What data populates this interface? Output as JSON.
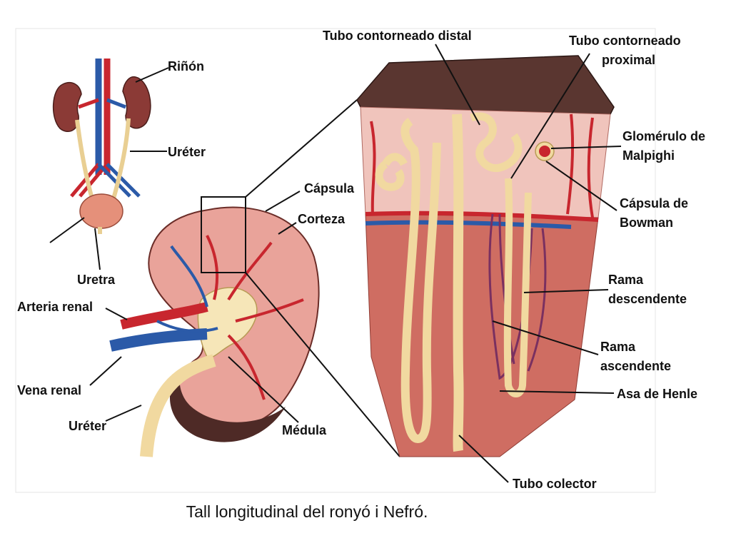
{
  "caption": "Tall longitudinal del ronyó i Nefró.",
  "labels": {
    "rinon": "Riñón",
    "ureter_top": "Uréter",
    "uretra": "Uretra",
    "arteria_renal": "Arteria renal",
    "vena_renal": "Vena renal",
    "ureter_bottom": "Uréter",
    "capsula": "Cápsula",
    "corteza": "Corteza",
    "medula": "Médula",
    "tubo_distal": "Tubo contorneado distal",
    "tubo_proximal_1": "Tubo contorneado",
    "tubo_proximal_2": "proximal",
    "glomerulo_1": "Glomérulo de",
    "glomerulo_2": "Malpighi",
    "bowman_1": "Cápsula de",
    "bowman_2": "Bowman",
    "rama_desc_1": "Rama",
    "rama_desc_2": "descendente",
    "rama_asc_1": "Rama",
    "rama_asc_2": "ascendente",
    "asa_henle": "Asa de Henle",
    "tubo_colector": "Tubo colector"
  },
  "colors": {
    "artery": "#c8262e",
    "vein": "#2b5aa8",
    "tubule": "#f3d79a",
    "tissue": "#e9a39a",
    "medulla": "#c9645a",
    "cortex_top": "#5a3630"
  }
}
